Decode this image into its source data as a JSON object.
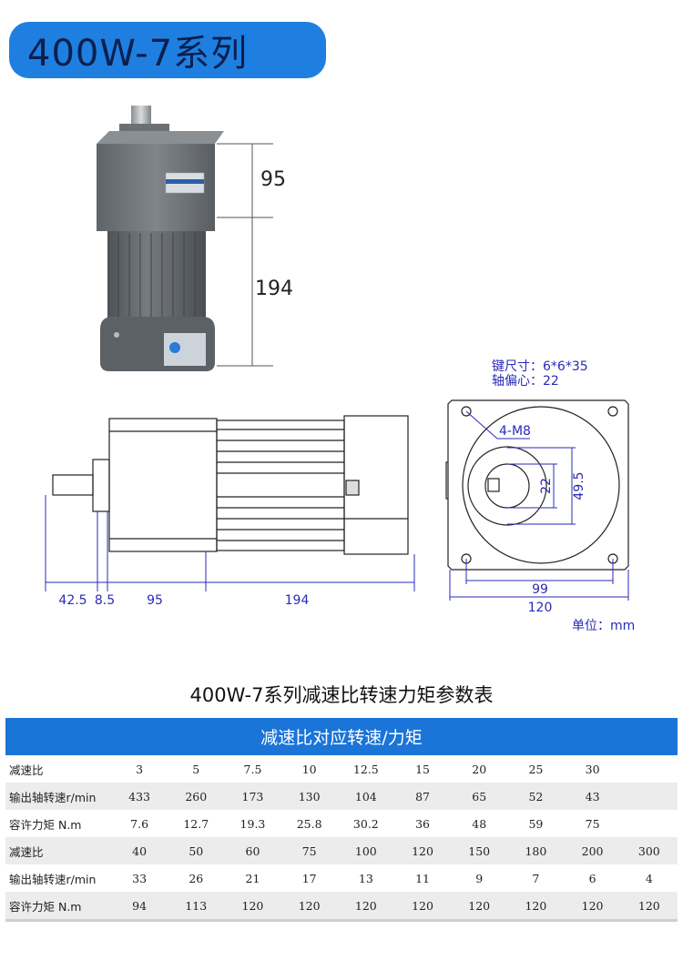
{
  "title": "400W-7系列",
  "drawing": {
    "photo_dims": [
      "95",
      "194"
    ],
    "side_dims": [
      "42.5",
      "8.5",
      "95",
      "194"
    ],
    "key_size_label": "键尺寸：6*6*35",
    "shaft_offset_label": "轴偏心：22",
    "bolt_label": "4-M8",
    "front_dims": [
      "22",
      "49.5",
      "99",
      "120"
    ],
    "unit_label": "单位：mm"
  },
  "table": {
    "title": "400W-7系列减速比转速力矩参数表",
    "header": "减速比对应转速/力矩",
    "rows": [
      {
        "label": "减速比",
        "values": [
          "3",
          "5",
          "7.5",
          "10",
          "12.5",
          "15",
          "20",
          "25",
          "30",
          ""
        ]
      },
      {
        "label": "输出轴转速r/min",
        "values": [
          "433",
          "260",
          "173",
          "130",
          "104",
          "87",
          "65",
          "52",
          "43",
          ""
        ]
      },
      {
        "label": "容许力矩 N.m",
        "values": [
          "7.6",
          "12.7",
          "19.3",
          "25.8",
          "30.2",
          "36",
          "48",
          "59",
          "75",
          ""
        ]
      },
      {
        "label": "减速比",
        "values": [
          "40",
          "50",
          "60",
          "75",
          "100",
          "120",
          "150",
          "180",
          "200",
          "300"
        ]
      },
      {
        "label": "输出轴转速r/min",
        "values": [
          "33",
          "26",
          "21",
          "17",
          "13",
          "11",
          "9",
          "7",
          "6",
          "4"
        ]
      },
      {
        "label": "容许力矩 N.m",
        "values": [
          "94",
          "113",
          "120",
          "120",
          "120",
          "120",
          "120",
          "120",
          "120",
          "120"
        ]
      }
    ]
  },
  "colors": {
    "accent": "#1e7fe0",
    "header_bg": "#1b74d8",
    "dimension": "#2a2ab8",
    "row_alt": "#ececec"
  }
}
